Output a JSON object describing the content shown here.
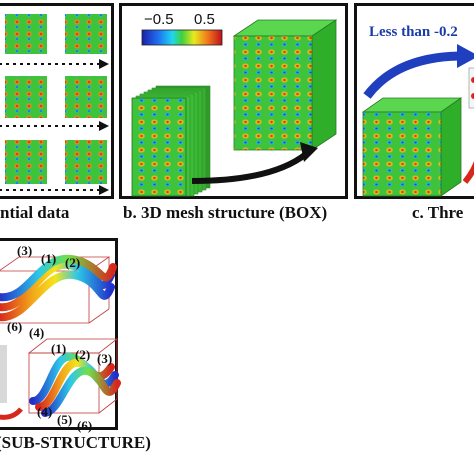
{
  "panel_a": {
    "caption": "ntial data"
  },
  "panel_b": {
    "caption": "b. 3D mesh structure (BOX)",
    "colorbar": {
      "min_label": "−0.5",
      "max_label": "0.5"
    }
  },
  "panel_c": {
    "caption": "c. Thre",
    "annotation": "Less than -0.2"
  },
  "panel_d": {
    "caption": "(SUB-STRUCTURE)",
    "upper_labels": [
      "(3)",
      "(1)",
      "(2)",
      "(6)",
      "(4)"
    ],
    "lower_labels": [
      "(1)",
      "(2)",
      "(3)",
      "(4)",
      "(5)",
      "(6)"
    ]
  },
  "colors": {
    "field_green": "#3fc33a",
    "blob_red": "#d8261c",
    "blob_blue": "#2330c8",
    "arrow_blue": "#1f3fbf",
    "annotation_blue": "#1a3ca8"
  }
}
